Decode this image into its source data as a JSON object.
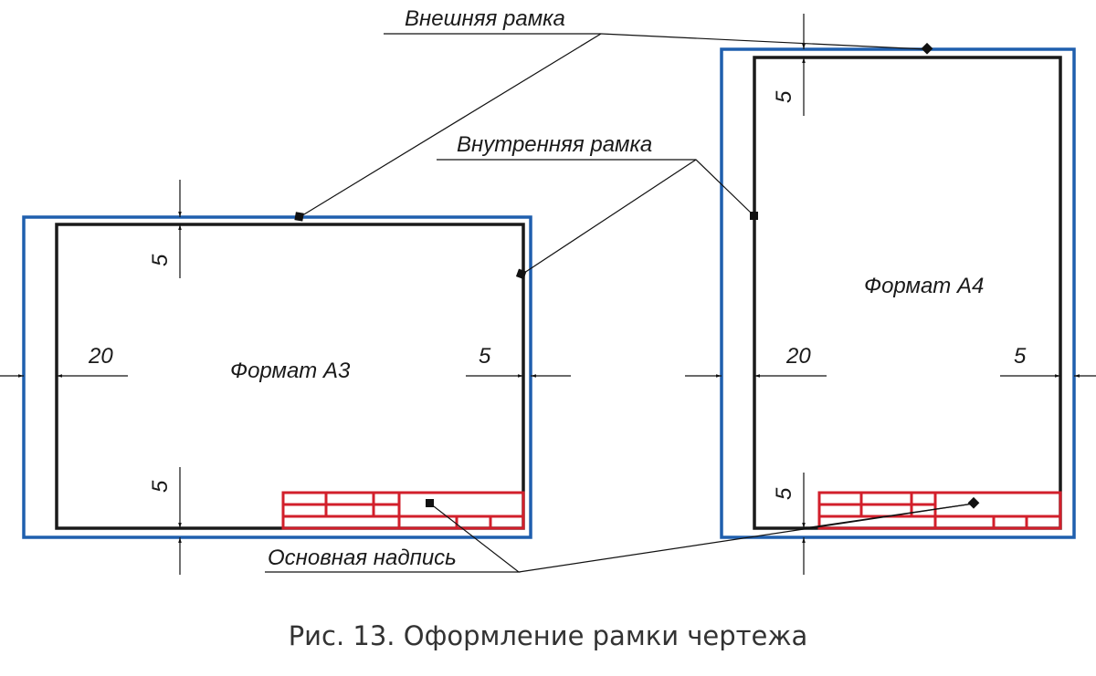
{
  "labels": {
    "outer_frame": "Внешняя рамка",
    "inner_frame": "Внутренняя рамка",
    "title_block": "Основная надпись"
  },
  "a3": {
    "name": "Формат А3",
    "dim_left": "20",
    "dim_right": "5",
    "dim_top": "5",
    "dim_bottom": "5"
  },
  "a4": {
    "name": "Формат А4",
    "dim_left": "20",
    "dim_right": "5",
    "dim_top": "5",
    "dim_bottom": "5"
  },
  "caption": "Рис. 13. Оформление рамки чертежа",
  "colors": {
    "outer": "#1f5fae",
    "inner": "#1a1a1a",
    "title_block": "#d21f2b"
  }
}
